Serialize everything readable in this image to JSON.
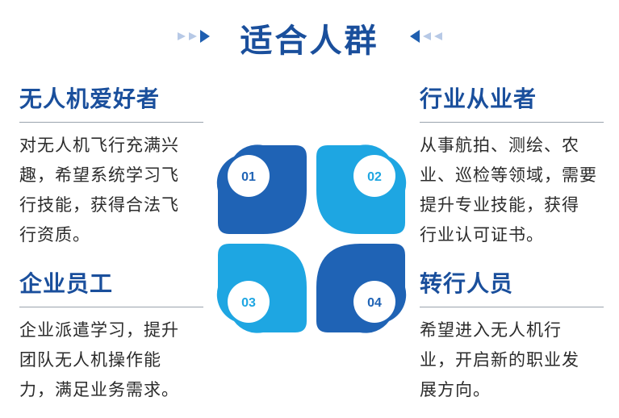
{
  "header": {
    "title": "适合人群"
  },
  "sections": [
    {
      "title": "无人机爱好者",
      "lines": [
        "对无人机飞行充满兴",
        "趣，希望系统学习飞",
        "行技能，获得合法飞",
        "行资质。"
      ]
    },
    {
      "title": "行业从业者",
      "lines": [
        "从事航拍、测绘、农",
        "业、巡检等领域，需要",
        "提升专业技能，获得",
        "行业认可证书。"
      ]
    },
    {
      "title": "企业员工",
      "lines": [
        "企业派遣学习，提升",
        "团队无人机操作能",
        "力，满足业务需求。"
      ]
    },
    {
      "title": "转行人员",
      "lines": [
        "希望进入无人机行",
        "业，开启新的职业发",
        "展方向。"
      ]
    }
  ],
  "graphic": {
    "labels": [
      "01",
      "02",
      "03",
      "04"
    ]
  },
  "colors": {
    "primary_blue": "#1a4f9c",
    "dark_blue": "#1f63b5",
    "light_blue": "#1ea6e2",
    "arrow_blue": "#1f5fb0",
    "arrow_light": "#b7c9e6"
  },
  "icons": {
    "left_decor": "double-arrow-right-icon",
    "right_decor": "double-arrow-left-icon"
  }
}
